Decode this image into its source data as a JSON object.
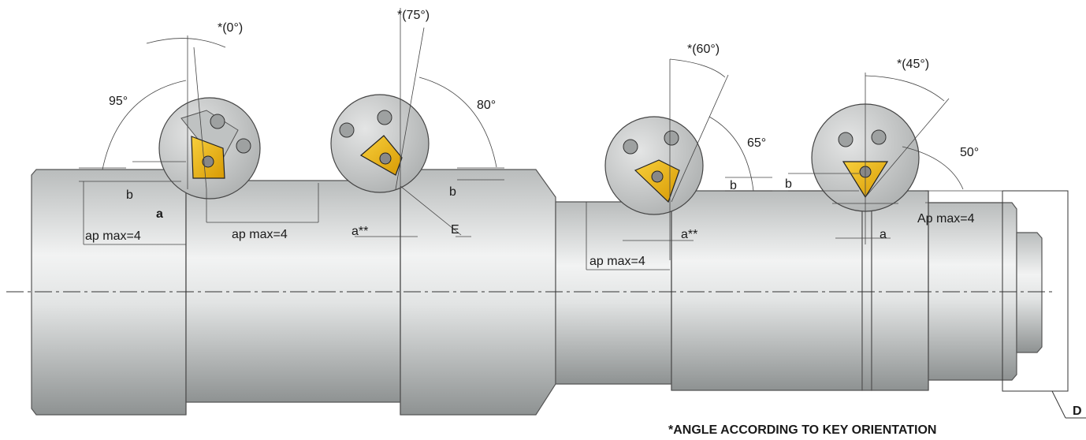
{
  "labels": {
    "angle_0": "*(0°)",
    "angle_75": "*(75°)",
    "angle_60": "*(60°)",
    "angle_45": "*(45°)",
    "angle_95": "95°",
    "angle_80": "80°",
    "angle_65": "65°",
    "angle_50": "50°",
    "b": "b",
    "a": "a",
    "a_star": "a**",
    "ap_max": "ap max=4",
    "Ap_max": "Ap max=4",
    "E": "E",
    "D": "D",
    "footnote": "*ANGLE ACCORDING TO KEY ORIENTATION"
  },
  "colors": {
    "insert": "#e8b00c",
    "shaft_light": "#eceeed",
    "shaft_dark": "#9ea2a2",
    "holder": "#c9cbcb"
  }
}
